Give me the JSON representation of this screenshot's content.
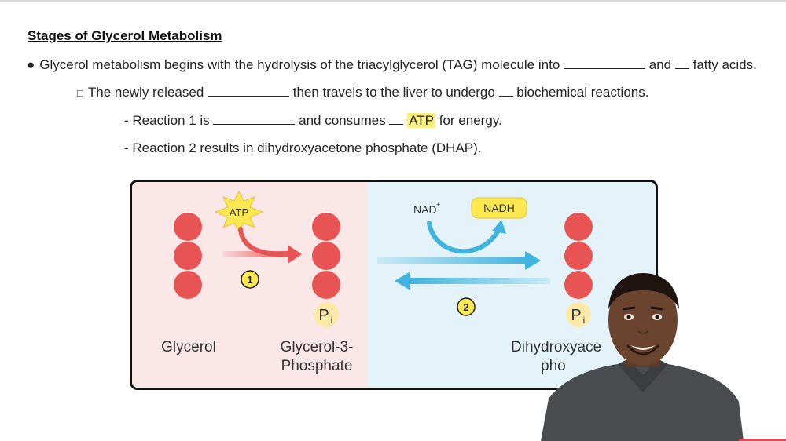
{
  "title": "Stages of Glycerol Metabolism",
  "lines": {
    "l1": {
      "bullet": "●",
      "a": "Glycerol metabolism begins with the hydrolysis of the triacylglycerol (TAG) molecule into",
      "b": "and",
      "c": "fatty acids."
    },
    "l2": {
      "bullet": "□",
      "a": "The newly released",
      "b": "then travels to the liver to undergo",
      "c": "biochemical reactions."
    },
    "l3": {
      "a": "- Reaction 1 is",
      "b": "and consumes",
      "hl": "ATP",
      "c": "for energy."
    },
    "l4": {
      "a": "- Reaction 2 results in dihydroxyacetone phosphate (DHAP)."
    }
  },
  "diagram": {
    "atp": "ATP",
    "step1": "1",
    "step2": "2",
    "nad": "NAD",
    "nad_sup": "+",
    "nadh": "NADH",
    "pi": "P",
    "pi_sub": "i",
    "glycerol": "Glycerol",
    "g3p_line1": "Glycerol-3-",
    "g3p_line2": "Phosphate",
    "dhap_line1": "Dihydroxyace",
    "dhap_line2": "pho",
    "colors": {
      "bead": "#e85353",
      "arrow_red": "#e85353",
      "arrow_blue": "#3fb4e0",
      "badge": "#fde94f",
      "left_bg": "#fbe7e8",
      "right_bg": "#e3f3f9"
    }
  }
}
